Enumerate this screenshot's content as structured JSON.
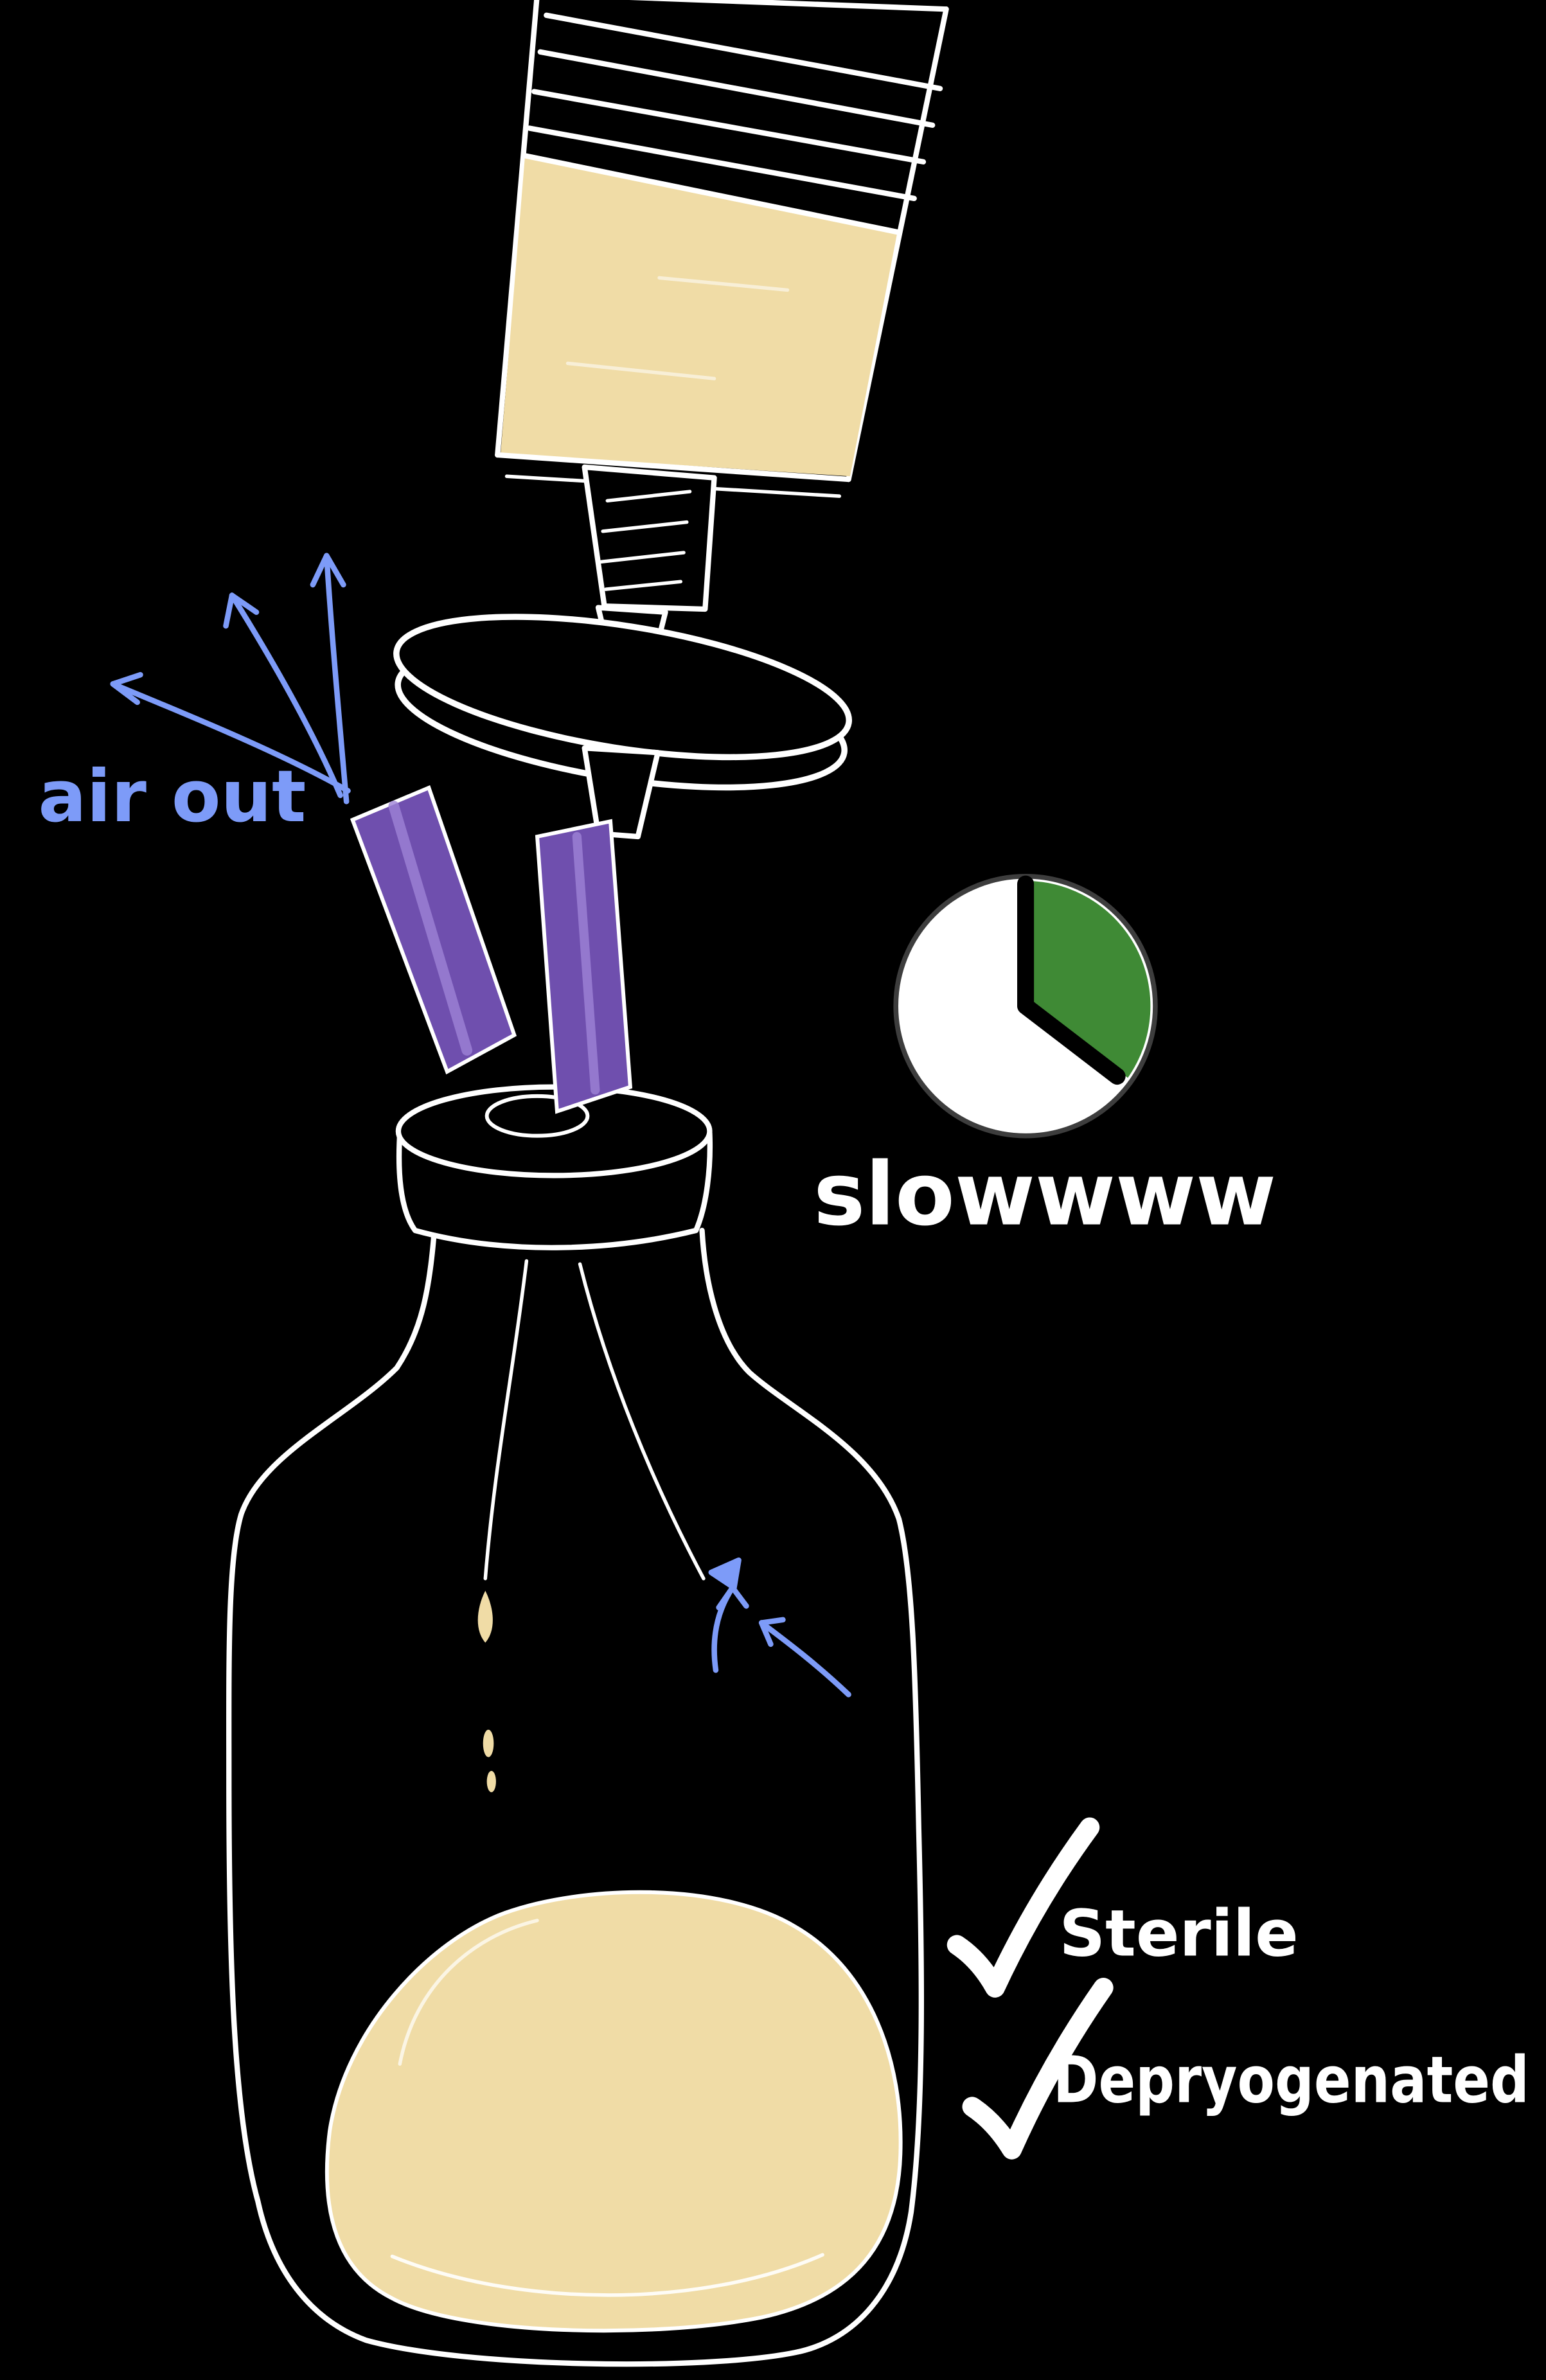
{
  "labels": {
    "air_out": "air out",
    "slow": "slowwww",
    "sterile": "Sterile",
    "depyrogenated": "Depryogenated"
  },
  "icons": {
    "clock": "clock-icon",
    "checkmark": "checkmark-icon",
    "air_arrows": "arrow-up-icon",
    "flow_arrows": "arrow-converge-icon"
  },
  "colors": {
    "background": "#000000",
    "ink": "#ffffff",
    "annotation_blue": "#7d9bf8",
    "needle_purple": "#6f4fae",
    "needle_highlight": "#9d82d6",
    "liquid_tan": "#f0dca6",
    "clock_green": "#3f8a35",
    "clock_face": "#ffffff",
    "clock_ring": "#3d3d3d",
    "clock_hands": "#000000"
  }
}
